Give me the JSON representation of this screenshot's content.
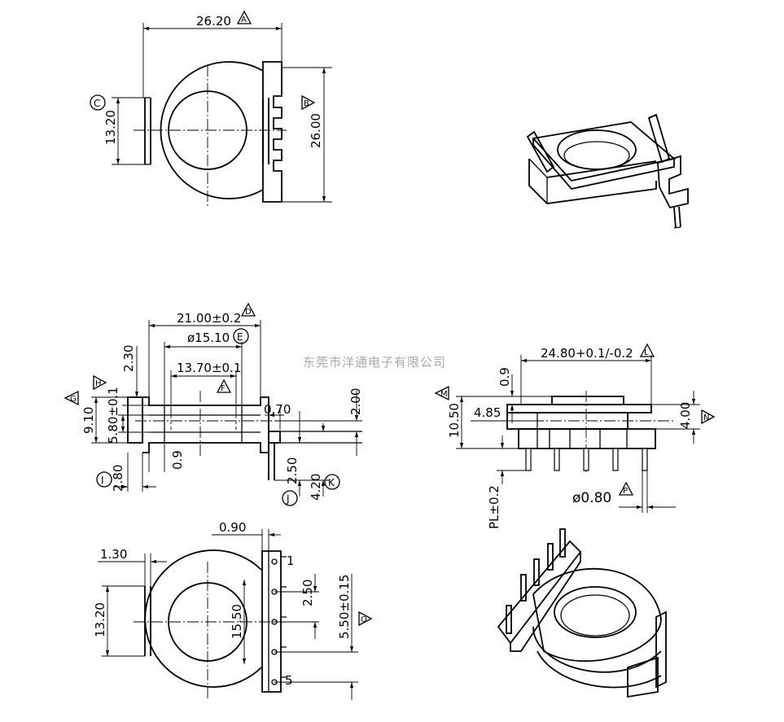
{
  "watermark": "东莞市洋通电子有限公司",
  "top_view": {
    "dim_width": "26.20",
    "dim_height": "26.00",
    "dim_flat": "13.20",
    "tag_a": "A",
    "tag_b": "B",
    "tag_c": "C"
  },
  "side_view": {
    "dim_overall": "21.00±0.2",
    "tag_d": "D",
    "dim_bore": "ø15.10",
    "tag_e": "E",
    "dim_inner": "13.70±0.1",
    "tag_f": "F",
    "dim_2_30": "2.30",
    "tag_h": "H",
    "tag_g": "G",
    "dim_9_10": "9.10",
    "dim_5_80": "5.80±0.1",
    "dim_0_70": "0.70",
    "dim_2_00": "2.00",
    "dim_0_9": "0.9",
    "dim_2_80": "2.80",
    "tag_i": "I",
    "dim_2_50": "2.50",
    "tag_j": "J",
    "dim_4_20": "4.20",
    "tag_k": "K"
  },
  "front_view": {
    "dim_24_80": "24.80+0.1/-0.2",
    "tag_l": "L",
    "dim_0_9": "0.9",
    "tag_m": "M",
    "dim_4_85": "4.85",
    "dim_10_50": "10.50",
    "dim_4_00": "4.00",
    "tag_n": "N",
    "dim_pin": "ø0.80",
    "tag_p": "P",
    "dim_pl": "PL±0.2"
  },
  "bottom_view": {
    "dim_0_90": "0.90",
    "dim_1_30": "1.30",
    "dim_13_20": "13.20",
    "dim_15_50": "15.50",
    "dim_2_50": "2.50",
    "dim_5_50": "5.50±0.15",
    "tag_o": "O",
    "pin_first": "1",
    "pin_last": "5"
  }
}
